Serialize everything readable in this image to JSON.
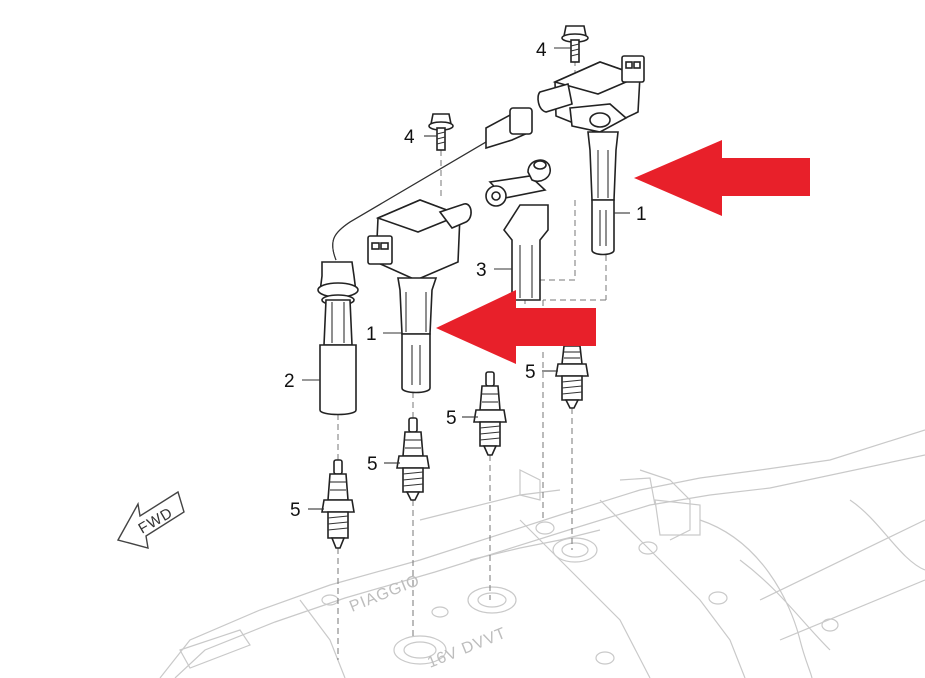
{
  "callouts": {
    "coil_rear": "1",
    "coil_front": "1",
    "lead": "2",
    "cap": "3",
    "bolt_rear": "4",
    "bolt_mid": "4",
    "plug_a": "5",
    "plug_b": "5",
    "plug_c": "5",
    "plug_d": "5"
  },
  "fwd_label": "FWD",
  "engine_labels": {
    "brand": "PIAGGIO",
    "valve": "16V DVVT"
  },
  "colors": {
    "arrow": "#e8202a",
    "linework": "#222222",
    "engine": "#c9c9c9"
  }
}
